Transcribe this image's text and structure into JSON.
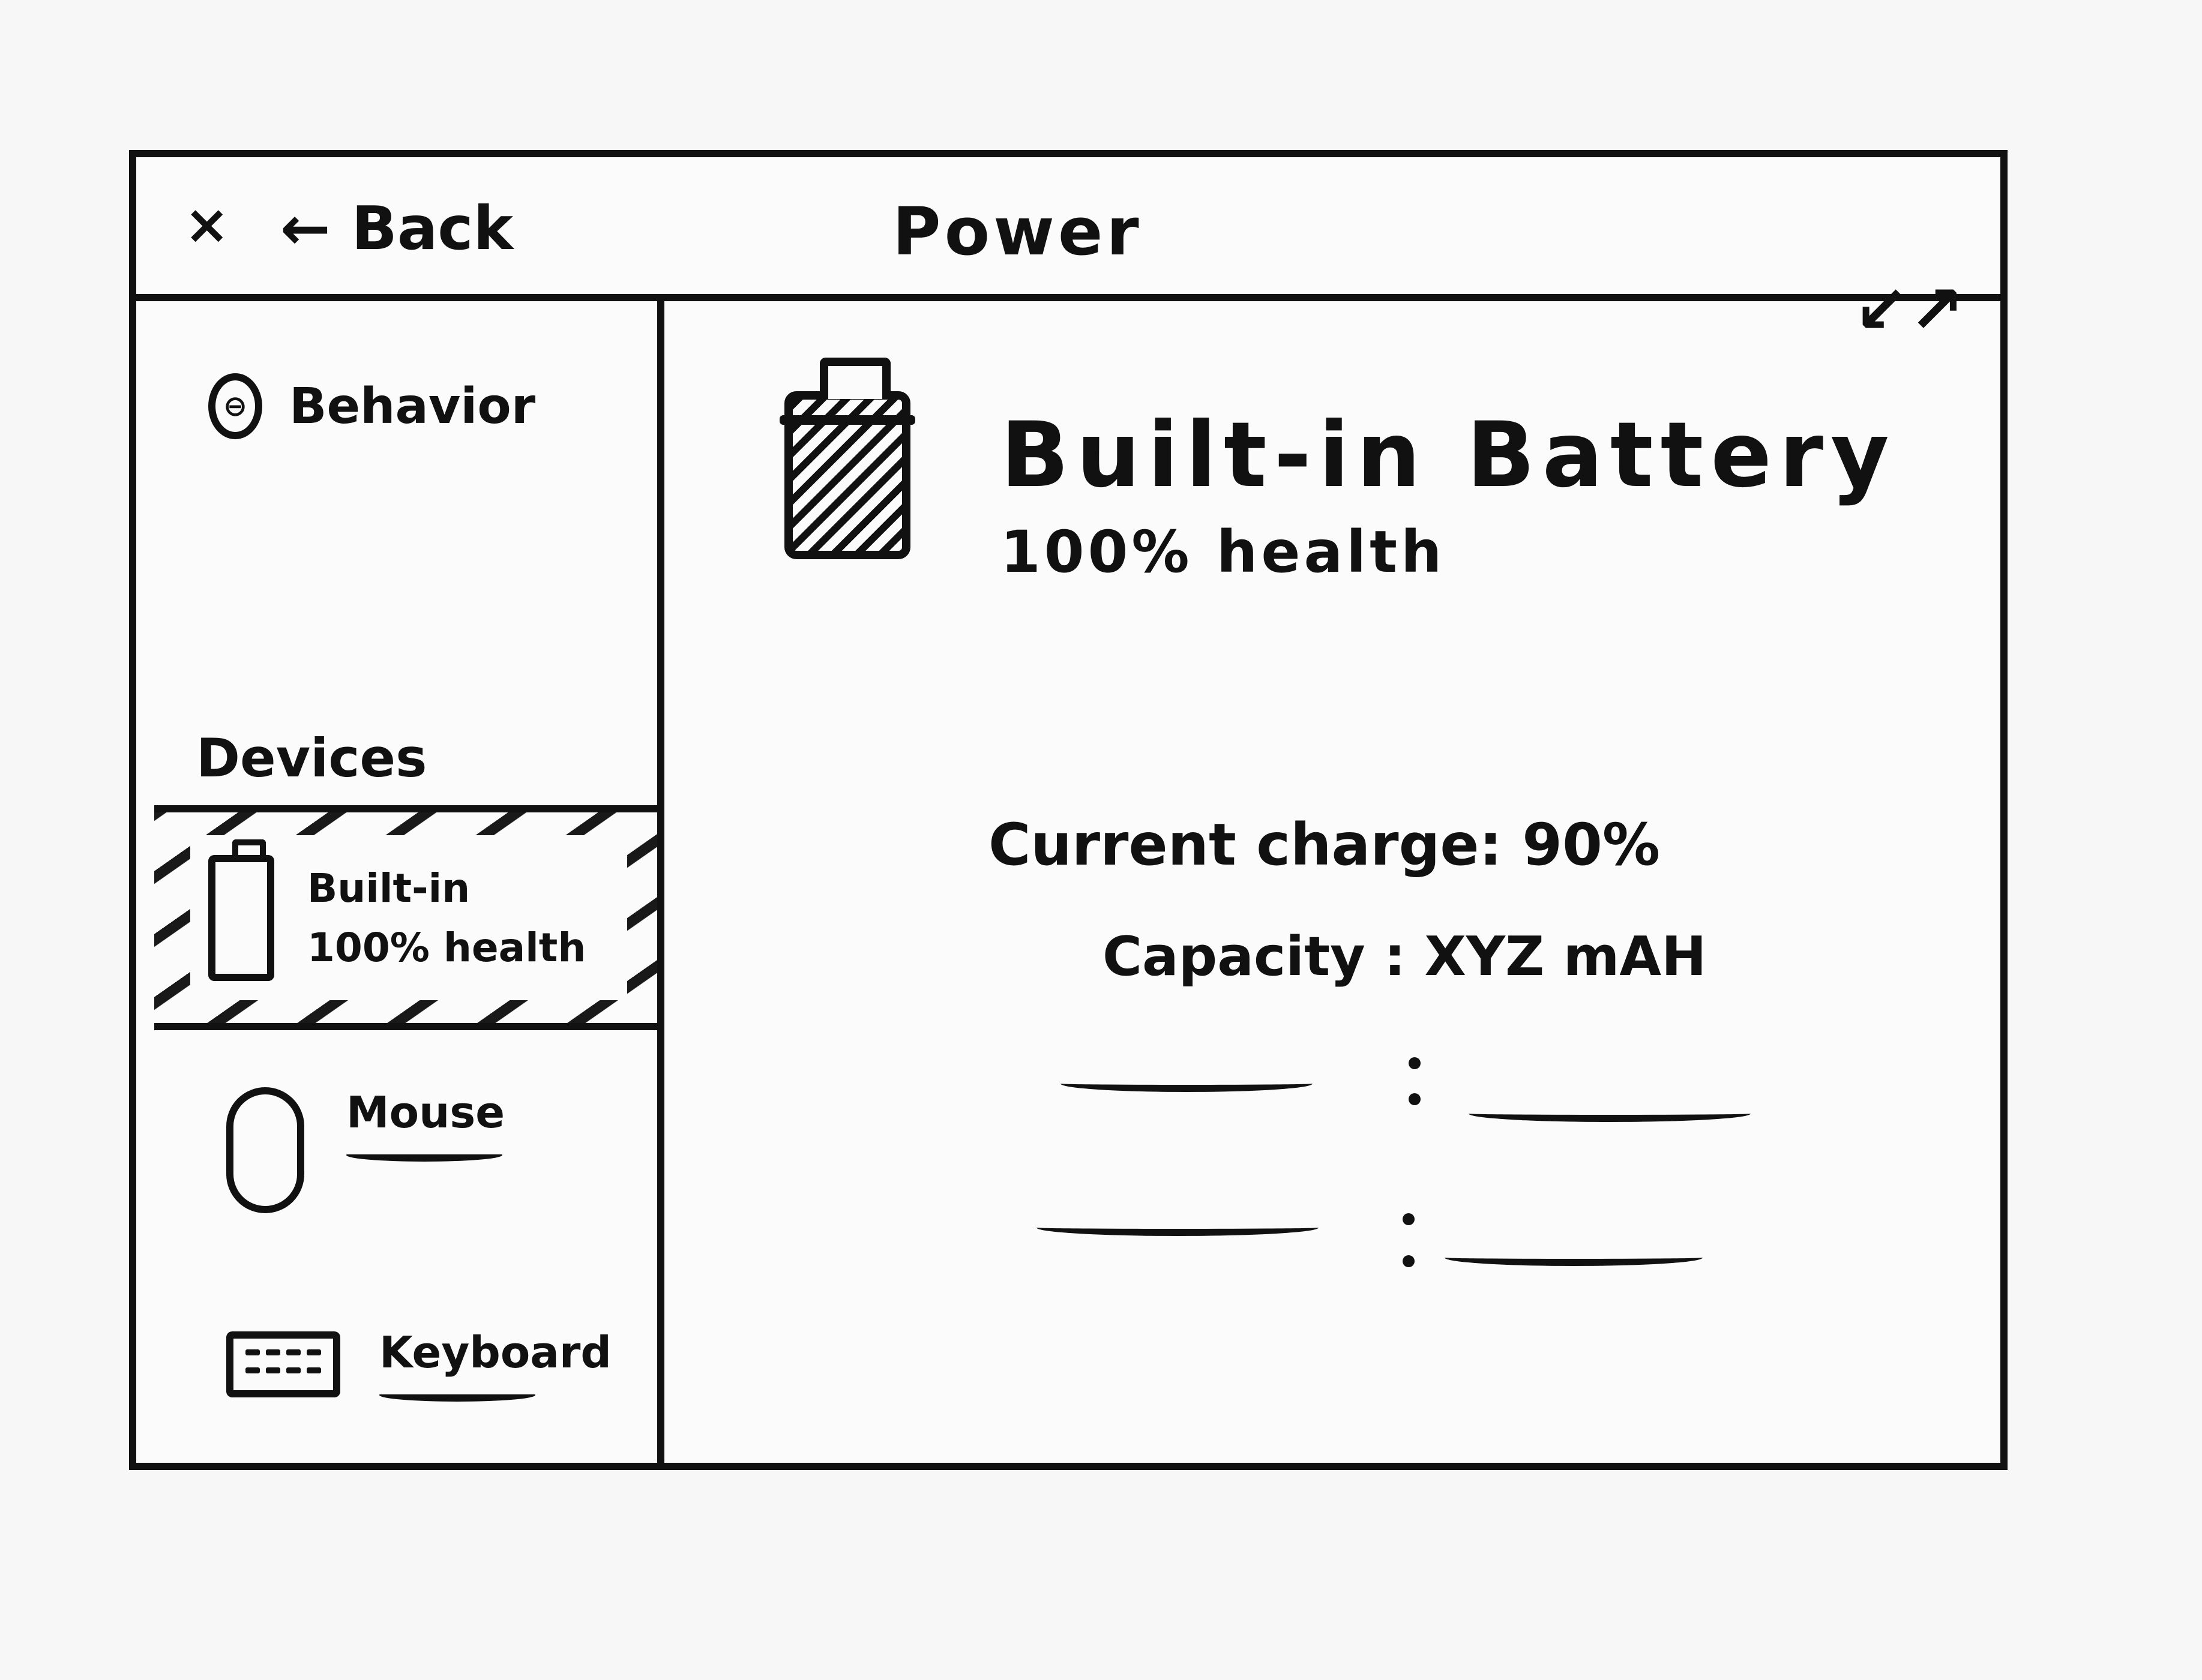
{
  "window": {
    "title": "Power"
  },
  "toolbar": {
    "close_label": "×",
    "back_label": "← Back",
    "resize_label": "↙↗"
  },
  "sidebar": {
    "behavior_label": "Behavior",
    "devices_header": "Devices",
    "selected_device": {
      "name": "Built-in",
      "health": "100% health"
    },
    "mouse_label": "Mouse",
    "keyboard_label": "Keyboard"
  },
  "main": {
    "device_title": "Built-in Battery",
    "health": "100% health",
    "current_charge": "Current charge: 90%",
    "capacity": "Capacity : XYZ mAH"
  }
}
